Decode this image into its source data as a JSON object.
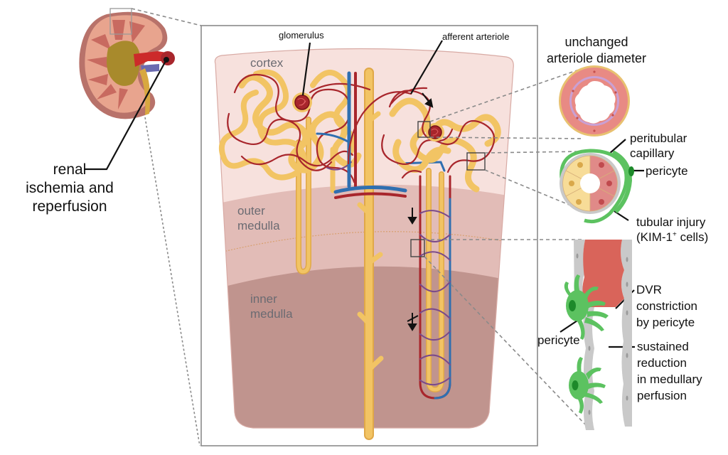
{
  "figure": {
    "type": "anatomical-diagram",
    "subject": "kidney medullary perfusion after renal ischemia and reperfusion"
  },
  "labels": {
    "injury": "renal\nischemia and\nreperfusion",
    "glomerulus": "glomerulus",
    "afferent_arteriole": "afferent arteriole",
    "unchanged_arteriole": "unchanged\narteriole diameter",
    "peritubular_capillary": "peritubular\ncapillary",
    "pericyte_top": "pericyte",
    "tubular_injury_line1": "tubular injury",
    "tubular_injury_line2_prefix": "(KIM-1",
    "tubular_injury_sup": "+",
    "tubular_injury_line2_suffix": " cells)",
    "dvr_constriction": "DVR\nconstriction\nby pericyte",
    "pericyte_bottom": "pericyte",
    "sustained_reduction": "sustained\nreduction\nin medullary\nperfusion"
  },
  "zones": {
    "cortex": "cortex",
    "outer_medulla": "outer\nmedulla",
    "inner_medulla": "inner\nmedulla"
  },
  "colors": {
    "cortex": "#f7e1dd",
    "outer_medulla": "#e2bcb7",
    "inner_medulla": "#c0948e",
    "tubule": "#f2c464",
    "artery": "#a8262c",
    "vein": "#2f6fb0",
    "pericyte": "#5cc260",
    "pericyte_nucleus": "#1d8a2a",
    "blood": "#e06a5e",
    "endothelium": "#c7c7c7",
    "frame": "#888888",
    "zone_text": "#6b6b72"
  },
  "flow_arrows": [
    {
      "location": "afferent arteriole",
      "state": "normal flow"
    },
    {
      "location": "outer medulla DVR",
      "state": "normal flow"
    },
    {
      "location": "inner medulla DVR",
      "state": "blocked flow"
    }
  ]
}
